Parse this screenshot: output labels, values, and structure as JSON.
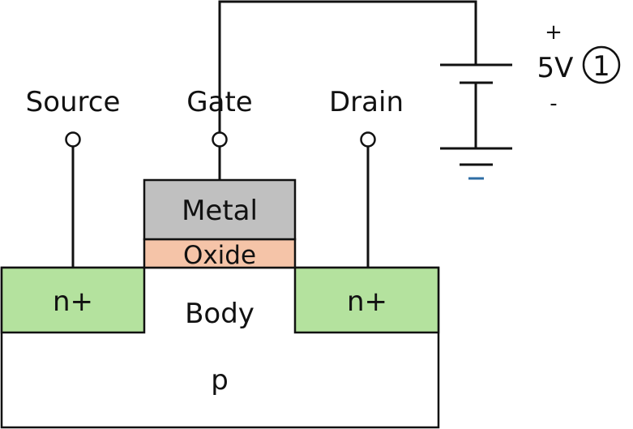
{
  "terminals": {
    "source": "Source",
    "gate": "Gate",
    "drain": "Drain"
  },
  "layers": {
    "metal": "Metal",
    "oxide": "Oxide",
    "body": "Body",
    "substrate": "p",
    "source_region": "n+",
    "drain_region": "n+"
  },
  "battery": {
    "plus": "+",
    "minus": "-",
    "voltage": "5V",
    "marker": "1"
  },
  "colors": {
    "metal": "#c0c0c0",
    "oxide": "#f5c4a8",
    "n_plus": "#b4e29e",
    "ground_accent": "#2e6da4"
  }
}
